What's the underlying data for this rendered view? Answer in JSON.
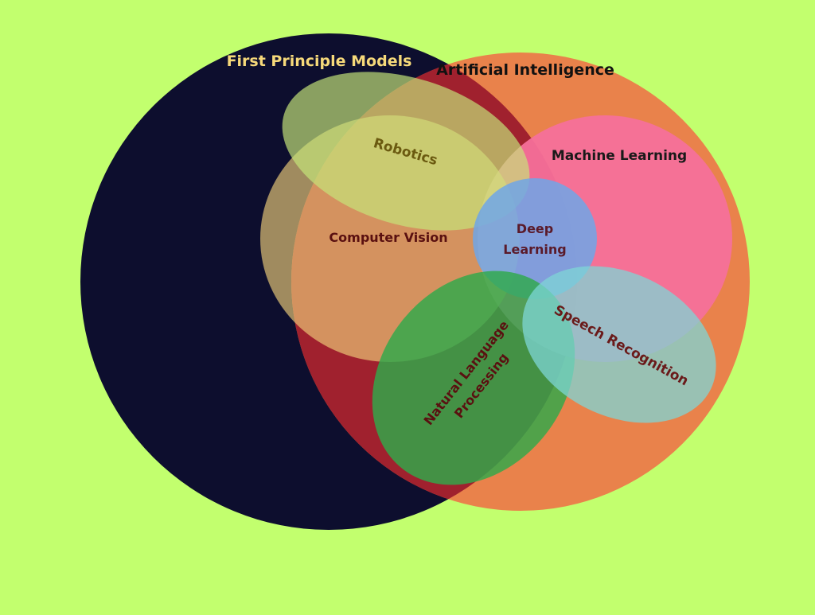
{
  "colors": {
    "background": "#C2FF6E",
    "first_principle": "#0D0E2E",
    "artificial_intelligence": "#E9824B",
    "overlap_fp_ai": "#A0212E",
    "machine_learning": "#F5709A",
    "deep_learning": "#6FA6E8",
    "robotics": "#C6E67A",
    "computer_vision": "#F0CF7A",
    "nlp": "#2FAA4A",
    "speech_recognition": "#7ED6D6"
  },
  "labels": {
    "first_principle": "First Principle Models",
    "artificial_intelligence": "Artificial Intelligence",
    "machine_learning": "Machine Learning",
    "deep_learning_line1": "Deep",
    "deep_learning_line2": "Learning",
    "robotics": "Robotics",
    "computer_vision": "Computer Vision",
    "nlp_line1": "Natural Language",
    "nlp_line2": "Processing",
    "speech_recognition": "Speech Recognition"
  }
}
